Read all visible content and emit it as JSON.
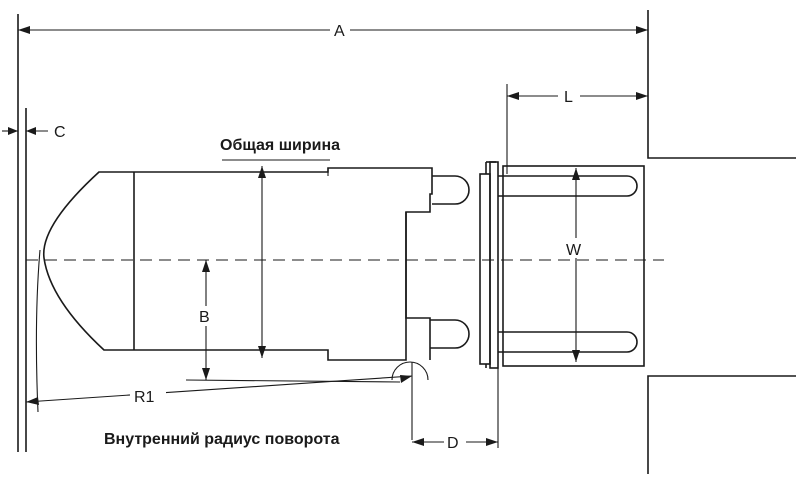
{
  "labels": {
    "a": "A",
    "c": "C",
    "l": "L",
    "w": "W",
    "b": "B",
    "r1": "R1",
    "d": "D",
    "overall_width": "Общая ширина",
    "inner_turning_radius": "Внутренний радиус поворота"
  }
}
